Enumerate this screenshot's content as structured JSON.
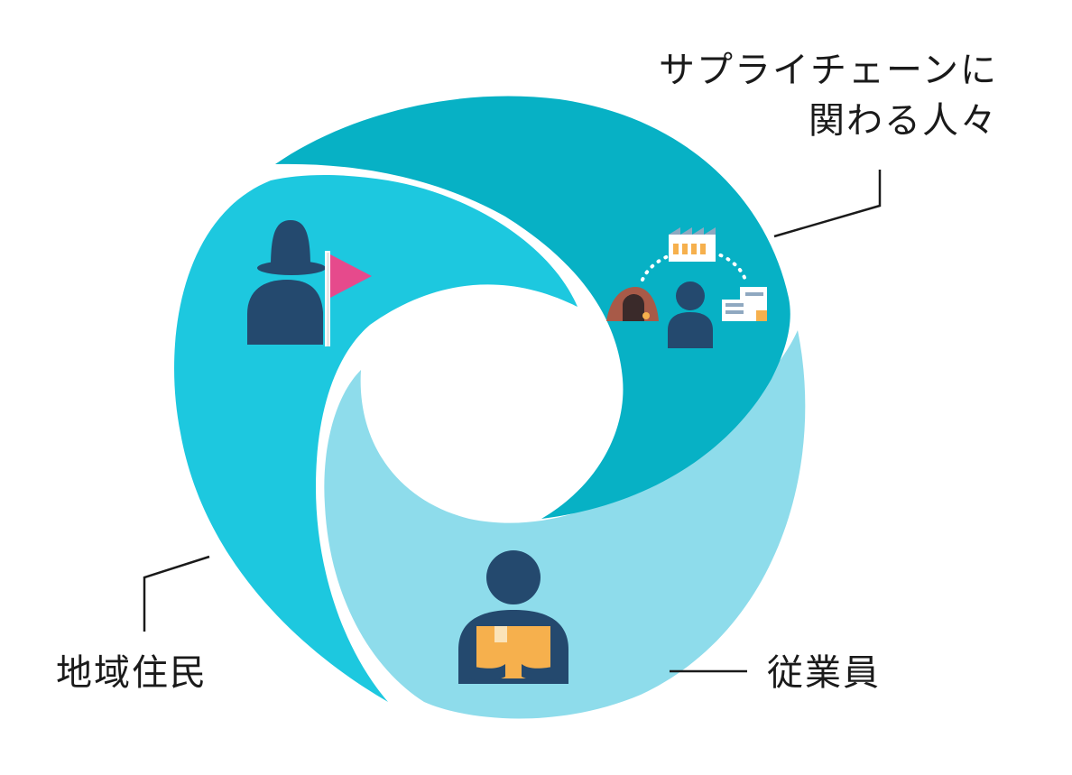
{
  "diagram": {
    "segments": [
      {
        "id": "supply-chain",
        "label_lines": [
          "サプライチェーンに",
          "関わる人々"
        ],
        "color": "#07B1C5",
        "icon": "worker-between-mine-factory-warehouse"
      },
      {
        "id": "community",
        "label": "地域住民",
        "color": "#1DC8DF",
        "icon": "resident-with-flag"
      },
      {
        "id": "employees",
        "label": "従業員",
        "color": "#8EDCEB",
        "icon": "employee-holding-box"
      }
    ],
    "colors": {
      "icon_navy": "#24496E",
      "flag_pink": "#E64A8C",
      "box_orange": "#F6B04D",
      "leader_line": "#1a1a1a"
    }
  }
}
